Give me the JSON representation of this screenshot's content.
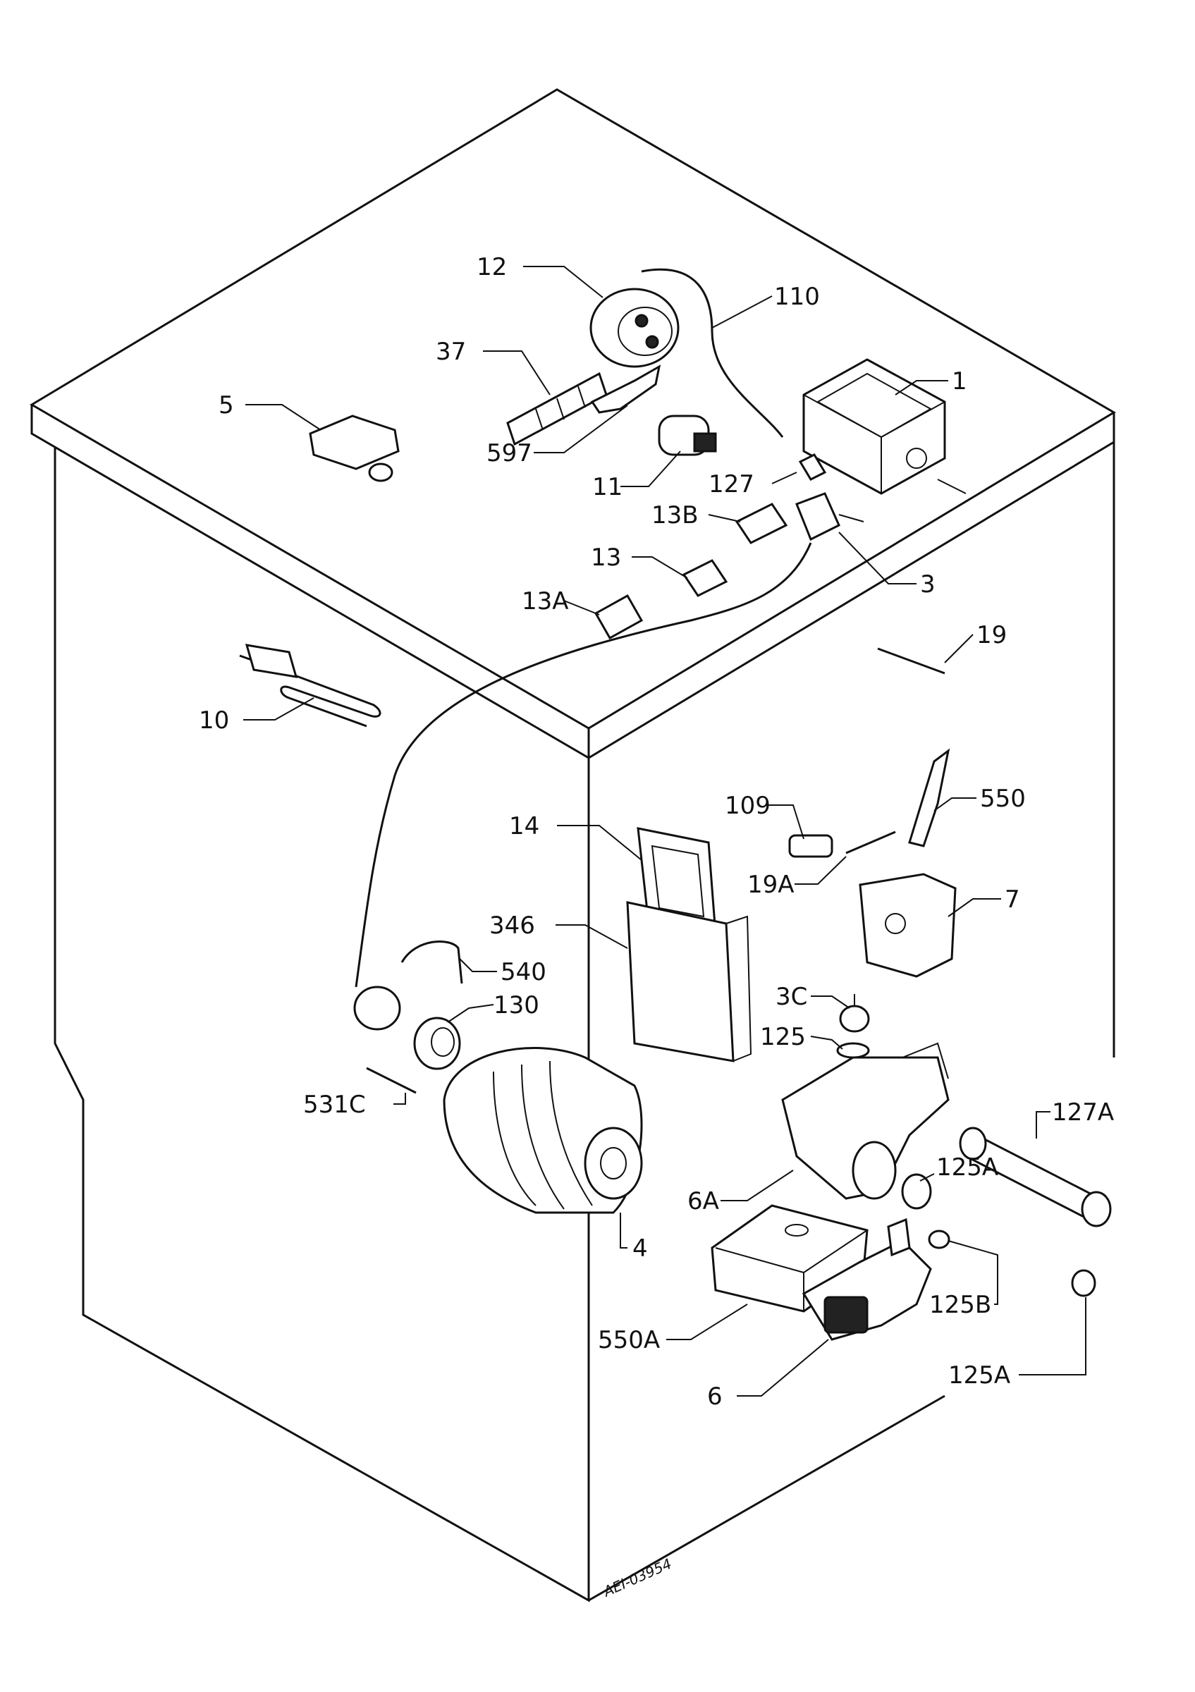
{
  "diagram": {
    "drawing_code": "AEI-03954",
    "labels": {
      "l1": "1",
      "l3": "3",
      "l3c": "3C",
      "l4": "4",
      "l5": "5",
      "l6": "6",
      "l6a": "6A",
      "l7": "7",
      "l10": "10",
      "l11": "11",
      "l12": "12",
      "l13": "13",
      "l13a": "13A",
      "l13b": "13B",
      "l14": "14",
      "l19": "19",
      "l19a": "19A",
      "l37": "37",
      "l109": "109",
      "l110": "110",
      "l125": "125",
      "l125a_1": "125A",
      "l125a_2": "125A",
      "l125b": "125B",
      "l127": "127",
      "l127a": "127A",
      "l130": "130",
      "l346": "346",
      "l531c": "531C",
      "l540": "540",
      "l550": "550",
      "l550a": "550A",
      "l597": "597"
    }
  }
}
